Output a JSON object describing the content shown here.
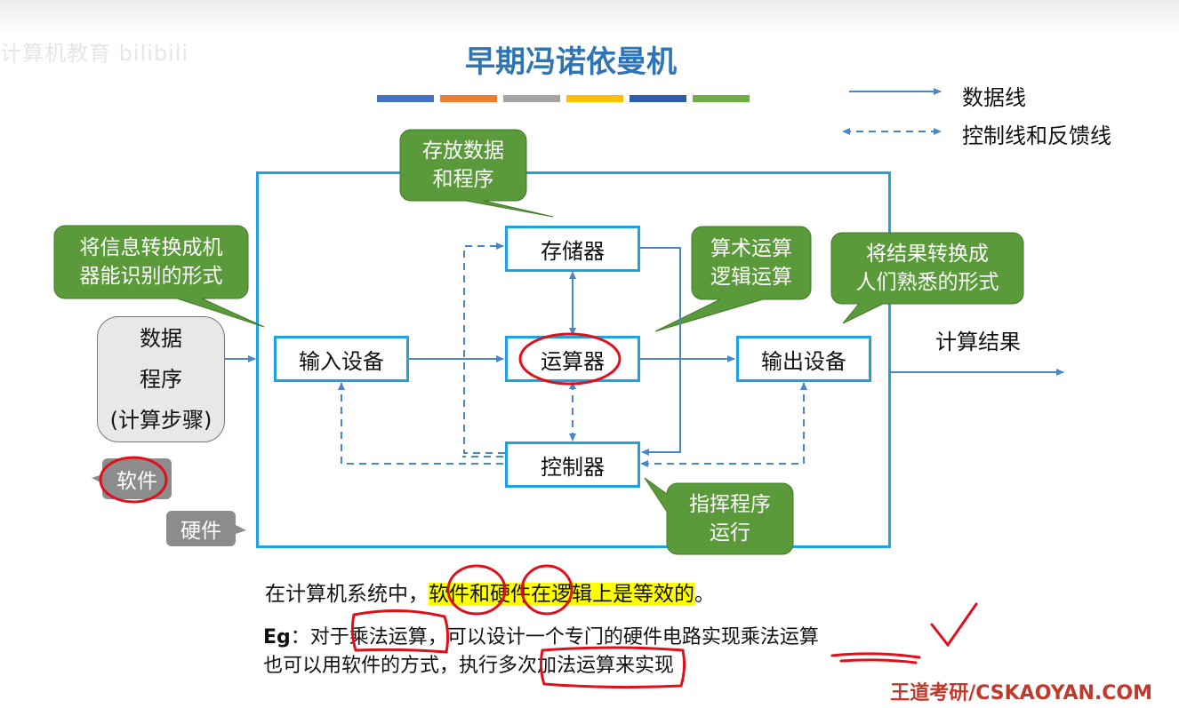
{
  "watermark": "计算机教育 bilibili",
  "title": "早期冯诺依曼机",
  "accent_colors": [
    "#4472c4",
    "#ed7d31",
    "#a5a5a5",
    "#ffc000",
    "#2e5fa8",
    "#70ad47"
  ],
  "legend": {
    "data_line": "数据线",
    "control_line": "控制线和反馈线"
  },
  "units": {
    "memory": "存储器",
    "alu": "运算器",
    "controller": "控制器",
    "input": "输入设备",
    "output": "输出设备"
  },
  "callouts": {
    "memory": [
      "存放数据",
      "和程序"
    ],
    "input": [
      "将信息转换成机",
      "器能识别的形式"
    ],
    "alu": [
      "算术运算",
      "逻辑运算"
    ],
    "output": [
      "将结果转换成",
      "人们熟悉的形式"
    ],
    "controller": [
      "指挥程序",
      "运行"
    ]
  },
  "software_box": [
    "数据",
    "程序",
    "(计算步骤)"
  ],
  "tags": {
    "software": "软件",
    "hardware": "硬件"
  },
  "result_label": "计算结果",
  "text": {
    "line1_prefix": "在计算机系统中，",
    "line1_software": "软件",
    "line1_and": "和",
    "line1_hardware": "硬件",
    "line1_rest": "在逻辑上是等效的",
    "line1_end": "。",
    "line2_eg": "Eg",
    "line2_pre": "：对于",
    "line2_mult1": "乘法运算",
    "line2_mid": "，可以设计一个专门的硬件电路实现",
    "line2_mult2": "乘法运算",
    "line3_pre": "也可以用软件的方式，执行",
    "line3_add": "多次加法运算",
    "line3_post": "来实现"
  },
  "footer": "王道考研/CSKAOYAN.COM",
  "colors": {
    "title": "#2e75b6",
    "box_border": "#1fa2e0",
    "arrow": "#4a86c8",
    "callout_fill": "#5a9a3a",
    "annotation": "#e0101a",
    "highlight": "#ffff00",
    "footer": "#c0392b"
  }
}
